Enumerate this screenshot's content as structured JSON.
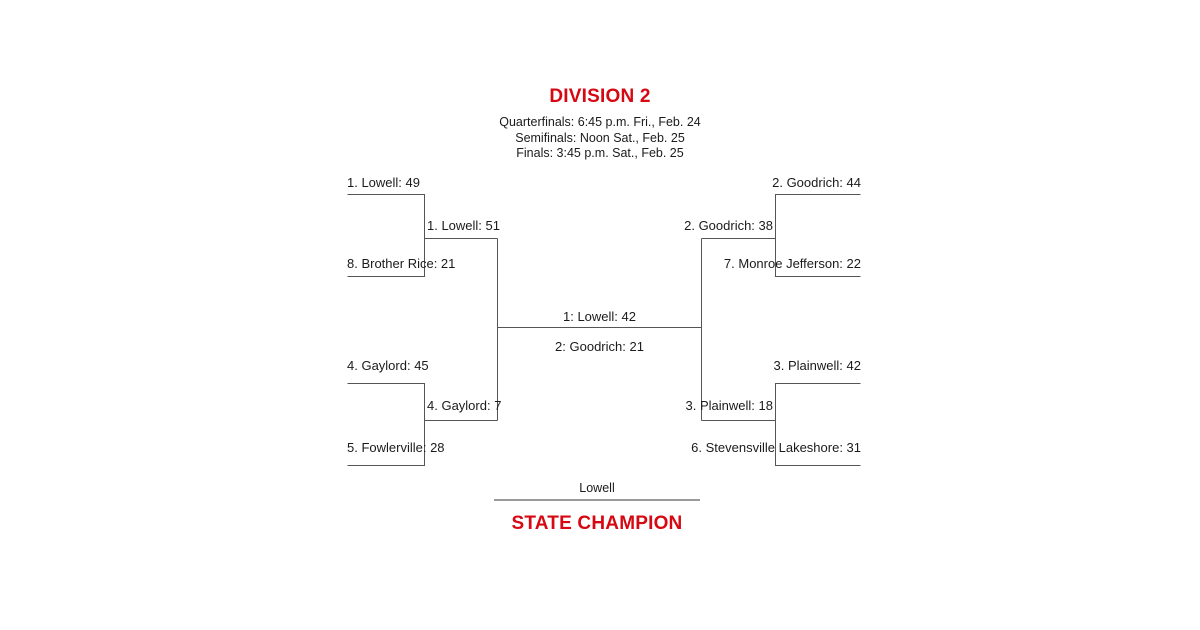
{
  "header": {
    "division": "DIVISION 2",
    "schedule": [
      "Quarterfinals: 6:45 p.m. Fri., Feb. 24",
      "Semifinals: Noon Sat., Feb. 25",
      "Finals: 3:45 p.m. Sat., Feb. 25"
    ]
  },
  "bracket": {
    "left": {
      "quarterfinals": [
        {
          "label": "1. Lowell: 49"
        },
        {
          "label": "8. Brother Rice: 21"
        },
        {
          "label": "4. Gaylord: 45"
        },
        {
          "label": "5. Fowlerville: 28"
        }
      ],
      "semifinals": [
        {
          "label": "1. Lowell: 51"
        },
        {
          "label": "4. Gaylord: 7"
        }
      ]
    },
    "right": {
      "quarterfinals": [
        {
          "label": "2. Goodrich: 44"
        },
        {
          "label": "7. Monroe Jefferson: 22"
        },
        {
          "label": "3. Plainwell: 42"
        },
        {
          "label": "6. Stevensville Lakeshore: 31"
        }
      ],
      "semifinals": [
        {
          "label": "2. Goodrich: 38"
        },
        {
          "label": "3. Plainwell: 18"
        }
      ]
    },
    "final": {
      "top": "1: Lowell: 42",
      "bottom": "2: Goodrich: 21"
    }
  },
  "champion": {
    "name": "Lowell",
    "title": "STATE CHAMPION"
  },
  "colors": {
    "accent_red": "#d60812",
    "text": "#1b1b1b",
    "line": "#555555",
    "champion_rule": "#9a9a9a",
    "background": "#ffffff"
  }
}
